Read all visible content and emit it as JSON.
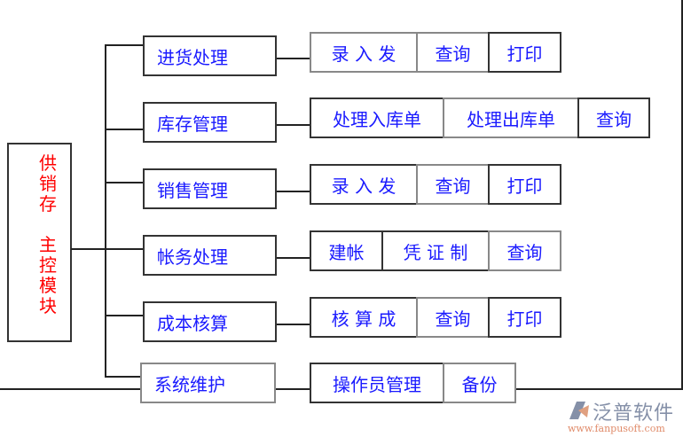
{
  "main_module": {
    "label": "供销存\n\n主控模块"
  },
  "modules": [
    {
      "label": "进货处理",
      "functions": [
        "录 入 发",
        "查询",
        "打印"
      ]
    },
    {
      "label": "库存管理",
      "functions": [
        "处理入库单",
        "处理出库单",
        "查询"
      ]
    },
    {
      "label": "销售管理",
      "functions": [
        "录 入 发",
        "查询",
        "打印"
      ]
    },
    {
      "label": "帐务处理",
      "functions": [
        "建帐",
        "凭 证 制",
        "查询"
      ]
    },
    {
      "label": "成本核算",
      "functions": [
        "核 算 成",
        "查询",
        "打印"
      ]
    },
    {
      "label": "系统维护",
      "functions": [
        "操作员管理",
        "备份"
      ]
    }
  ],
  "logo": {
    "name": "泛普软件",
    "url": "www.fanpusoft.com"
  },
  "colors": {
    "module_text": "#1a1aff",
    "main_text": "#ff0000"
  }
}
